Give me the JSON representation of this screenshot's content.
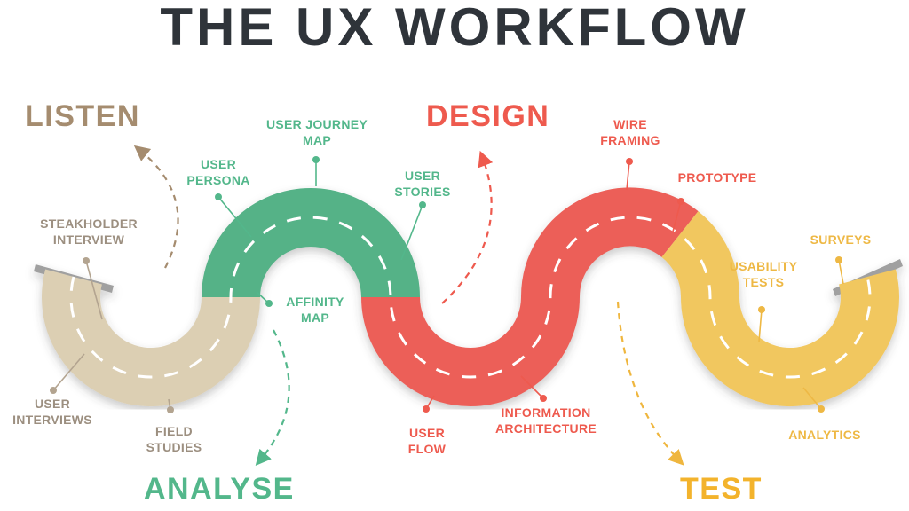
{
  "title": "THE UX WORKFLOW",
  "phases": {
    "listen": {
      "label": "LISTEN",
      "color": "#a58c6f",
      "road_color": "#dccfb3"
    },
    "analyse": {
      "label": "ANALYSE",
      "color": "#53b78b",
      "road_color": "#54b287"
    },
    "design": {
      "label": "DESIGN",
      "color": "#ee5a4e",
      "road_color": "#ec5f58"
    },
    "test": {
      "label": "TEST",
      "color": "#f3b32c",
      "road_color": "#f1c75e"
    }
  },
  "labels": [
    {
      "id": "steakholder-interview",
      "text": "STEAKHOLDER INTERVIEW",
      "phase": "listen"
    },
    {
      "id": "user-interviews",
      "text": "USER INTERVIEWS",
      "phase": "listen"
    },
    {
      "id": "field-studies",
      "text": "FIELD STUDIES",
      "phase": "listen"
    },
    {
      "id": "user-persona",
      "text": "USER PERSONA",
      "phase": "analyse"
    },
    {
      "id": "user-journey-map",
      "text": "USER JOURNEY MAP",
      "phase": "analyse"
    },
    {
      "id": "user-stories",
      "text": "USER STORIES",
      "phase": "analyse"
    },
    {
      "id": "affinity-map",
      "text": "AFFINITY MAP",
      "phase": "analyse"
    },
    {
      "id": "wire-framing",
      "text": "WIRE FRAMING",
      "phase": "design"
    },
    {
      "id": "prototype",
      "text": "PROTOTYPE",
      "phase": "design"
    },
    {
      "id": "user-flow",
      "text": "USER FLOW",
      "phase": "design"
    },
    {
      "id": "information-architecture",
      "text": "INFORMATION ARCHITECTURE",
      "phase": "design"
    },
    {
      "id": "surveys",
      "text": "SURVEYS",
      "phase": "test"
    },
    {
      "id": "usability-tests",
      "text": "USABILITY TESTS",
      "phase": "test"
    },
    {
      "id": "analytics",
      "text": "ANALYTICS",
      "phase": "test"
    }
  ],
  "colors": {
    "title_text": "#2f343a",
    "road_centerline": "#ffffff",
    "road_end_strip": "#a0a0a0"
  }
}
